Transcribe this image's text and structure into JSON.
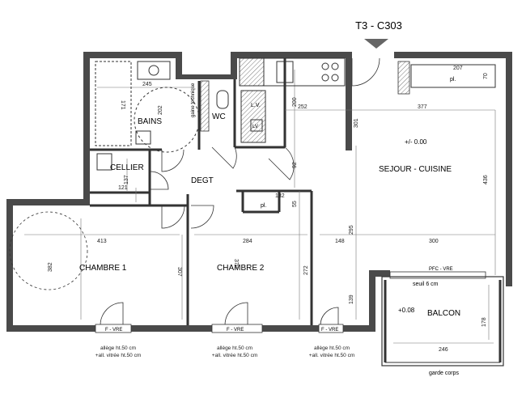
{
  "plan_title": "T3 - C303",
  "rooms": {
    "bains": "BAINS",
    "wc": "WC",
    "cellier": "CELLIER",
    "degt": "DEGT",
    "sejour": "SEJOUR - CUISINE",
    "chambre1": "CHAMBRE 1",
    "chambre2": "CHAMBRE 2",
    "balcon": "BALCON"
  },
  "dimensions": {
    "d245": "245",
    "d202": "202",
    "d171": "171",
    "d137": "137",
    "d121": "121",
    "d92": "92",
    "d200": "200",
    "d252": "252",
    "d301": "301",
    "d377": "377",
    "d207": "207",
    "d70": "70",
    "d436": "436",
    "d132": "132",
    "d55": "55",
    "d413": "413",
    "d382": "382",
    "d307": "307",
    "d284": "284",
    "d370": "370",
    "d272": "272",
    "d148": "148",
    "d295": "295",
    "d300": "300",
    "d139": "139",
    "d178": "178",
    "d246": "246"
  },
  "levels": {
    "main": "+/- 0.00",
    "balcony": "+0.08"
  },
  "annotations": {
    "pl_kitchen": "pl.",
    "pl_closet": "pl.",
    "lv": "L.V.",
    "lv_box": "LV",
    "seuil": "seuil 6 cm",
    "pfc": "PFC - VRE",
    "fvre1": "F - VRE",
    "fvre2": "F - VRE",
    "fvre3": "F - VRE",
    "garde_corps": "garde corps",
    "gaine": "gaine technique"
  },
  "window_notes": {
    "w1_line1": "allège ht.50 cm",
    "w1_line2": "+all. vitrée ht.50 cm",
    "w2_line1": "allège ht.50 cm",
    "w2_line2": "+all. vitrée ht.50 cm",
    "w3_line1": "allège ht.50 cm",
    "w3_line2": "+all. vitrée ht.50 cm"
  },
  "colors": {
    "wall": "#3a3a3a",
    "wall_fill": "#5a5a5a",
    "line": "#222222",
    "dim_line": "#666666",
    "hatch": "#8a8a8a"
  }
}
